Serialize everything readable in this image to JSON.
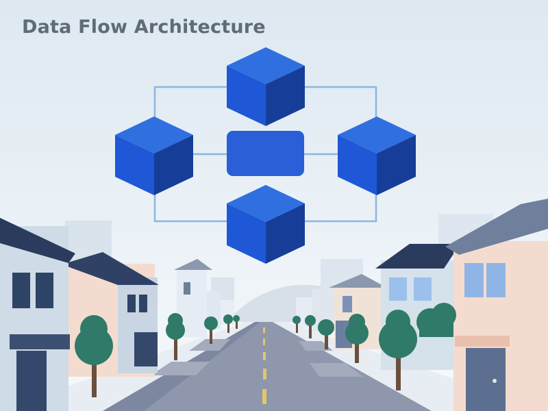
{
  "title": "Data Flow Architecture",
  "colors": {
    "sky_top": "#dde8f1",
    "sky_bottom": "#f6f9fb",
    "connector": "#8ab6e0",
    "cube_top": "#2f6fe0",
    "cube_left": "#1f58d6",
    "cube_right": "#163e99",
    "hub": "#2a5fd8",
    "road": "#8e97ab",
    "sidewalk": "#e8edf3",
    "tree": "#2f7a68"
  },
  "diagram": {
    "nodes": [
      {
        "id": "top-node",
        "shape": "cube"
      },
      {
        "id": "left-node",
        "shape": "cube"
      },
      {
        "id": "center-hub",
        "shape": "rounded-rectangle"
      },
      {
        "id": "right-node",
        "shape": "cube"
      },
      {
        "id": "bottom-node",
        "shape": "cube"
      }
    ],
    "edges": [
      {
        "from": "top-node",
        "to": "left-node"
      },
      {
        "from": "top-node",
        "to": "right-node"
      },
      {
        "from": "left-node",
        "to": "center-hub"
      },
      {
        "from": "center-hub",
        "to": "right-node"
      },
      {
        "from": "left-node",
        "to": "bottom-node"
      },
      {
        "from": "right-node",
        "to": "bottom-node"
      }
    ]
  }
}
